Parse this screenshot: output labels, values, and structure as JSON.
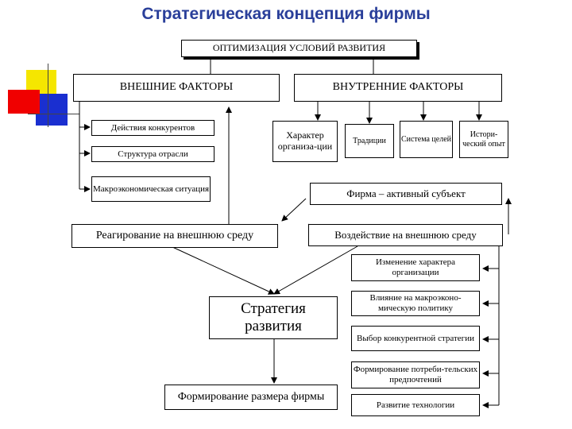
{
  "title": "Стратегическая концепция фирмы",
  "top": "ОПТИМИЗАЦИЯ УСЛОВИЙ РАЗВИТИЯ",
  "external": {
    "header": "ВНЕШНИЕ ФАКТОРЫ",
    "items": [
      "Действия конкурентов",
      "Структура отрасли",
      "Макроэкономическая ситуация"
    ]
  },
  "internal": {
    "header": "ВНУТРЕННИЕ ФАКТОРЫ",
    "items": [
      "Характер организа-ции",
      "Традиции",
      "Система целей",
      "Истори-ческий опыт"
    ]
  },
  "firm_active": "Фирма – активный субъект",
  "reaction": "Реагирование на внешнюю среду",
  "impact": "Воздействие на внешнюю среду",
  "impact_items": [
    "Изменение характера организации",
    "Влияние на макроэконо-мическую политику",
    "Выбор конкурентной стратегии",
    "Формирование потреби-тельских предпочтений",
    "Развитие технологии"
  ],
  "strategy": "Стратегия развития",
  "firm_size": "Формирование размера фирмы",
  "colors": {
    "title": "#2a3f9a",
    "deco_yellow": "#f5e600",
    "deco_blue": "#1a2fd0",
    "deco_red": "#f00000"
  }
}
